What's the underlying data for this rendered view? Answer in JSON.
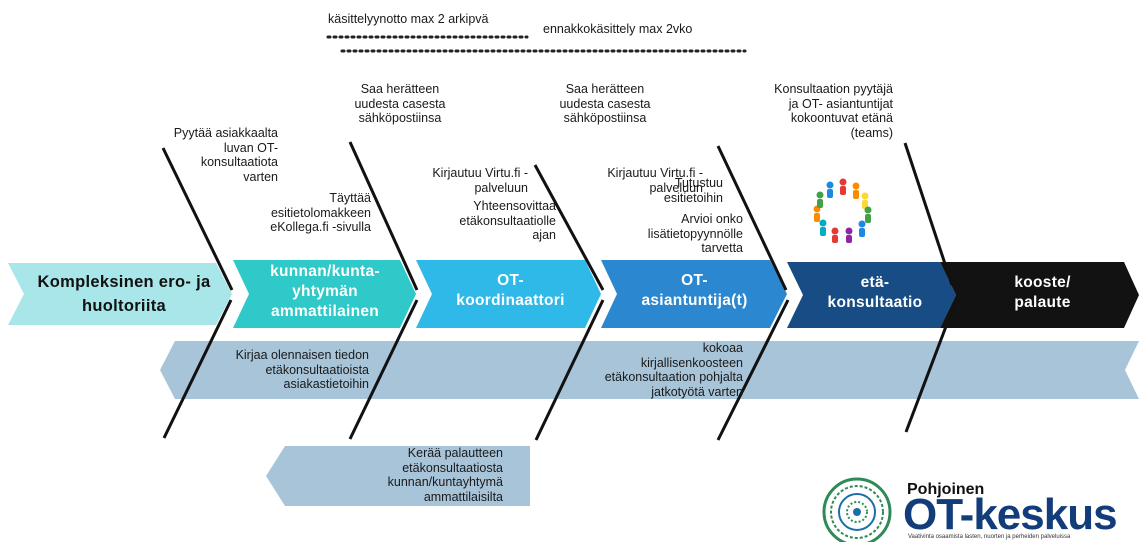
{
  "timing": {
    "label1": "käsittelyynotto max 2 arkipvä",
    "label2": "ennakkokäsittely max 2vko"
  },
  "steps": [
    {
      "label": "Kompleksinen ero- ja\nhuoltoriita",
      "color": "#a8e6ea",
      "text_color": "#111111"
    },
    {
      "label": "kunnan/kunta-\nyhtymän\nammattilainen",
      "color": "#2ec9c8",
      "text_color": "#ffffff"
    },
    {
      "label": "OT-\nkoordinaattori",
      "color": "#2eb9e8",
      "text_color": "#ffffff"
    },
    {
      "label": "OT-\nasiantuntija(t)",
      "color": "#2b87cf",
      "text_color": "#ffffff"
    },
    {
      "label": "etä-\nkonsultaatio",
      "color": "#174c84",
      "text_color": "#ffffff"
    },
    {
      "label": "kooste/\npalaute",
      "color": "#121212",
      "text_color": "#ffffff"
    }
  ],
  "top_notes": {
    "n1": "Pyytää asiakkaalta\nluvan OT-\nkonsultaatiota\nvarten",
    "n2": "Täyttää\nesitietolomakkeen\neKollega.fi -sivulla",
    "n3": "Saa herätteen\nuudesta casesta\nsähköpostiinsa",
    "n4": "Kirjautuu Virtu.fi -\npalveluun",
    "n5": "Yhteensovittaa\netäkonsultaatiolle\najan",
    "n6": "Saa herätteen\nuudesta casesta\nsähköpostiinsa",
    "n7": "Kirjautuu Virtu.fi -\npalveluun",
    "n8": "Tutustuu\nesitietoihin",
    "n9": "Arvioi onko\nlisätietopyynnölle\ntarvetta",
    "n10": "Konsultaation pyytäjä\nja OT- asiantuntijat\nkokoontuvat etänä\n(teams)"
  },
  "bottom_notes": {
    "b1": "Kirjaa olennaisen tiedon\netäkonsultaatioista\nasiakastietoihin",
    "b2": "kokoaa\nkirjallisenkoosteen\netäkonsultaation pohjalta\njatkotyötä varten",
    "b3": "Kerää palautteen\netäkonsultaatiosta\nkunnan/kuntayhtymä\nammattilaisilta"
  },
  "logo": {
    "top": "Pohjoinen",
    "main": "OT-keskus",
    "tagline": "Vaativinta osaamista lasten, nuorten ja perheiden palveluissa"
  }
}
